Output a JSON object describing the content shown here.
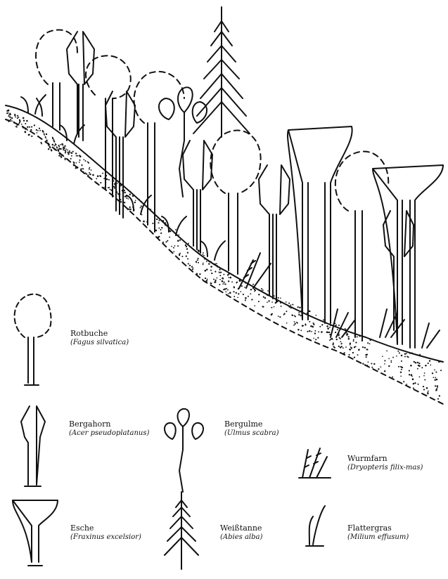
{
  "colors": {
    "ink": "#111111",
    "paper": "#ffffff"
  },
  "legend": [
    {
      "key": "rotbuche",
      "common": "Rotbuche",
      "latin": "(Fagus silvatica)",
      "icon": "beech-dashed-crown-icon"
    },
    {
      "key": "bergahorn",
      "common": "Bergahorn",
      "latin": "(Acer pseudoplatanus)",
      "icon": "maple-lobed-crown-icon"
    },
    {
      "key": "bergulme",
      "common": "Bergulme",
      "latin": "(Ulmus scabra)",
      "icon": "elm-leaves-icon"
    },
    {
      "key": "wurmfarn",
      "common": "Wurmfarn",
      "latin": "(Dryopteris filix-mas)",
      "icon": "fern-icon"
    },
    {
      "key": "esche",
      "common": "Esche",
      "latin": "(Fraxinus excelsior)",
      "icon": "ash-funnel-crown-icon"
    },
    {
      "key": "weisstanne",
      "common": "Weißtanne",
      "latin": "(Abies alba)",
      "icon": "fir-tree-icon"
    },
    {
      "key": "flattergras",
      "common": "Flattergras",
      "latin": "(Milium effusum)",
      "icon": "grass-icon"
    }
  ]
}
